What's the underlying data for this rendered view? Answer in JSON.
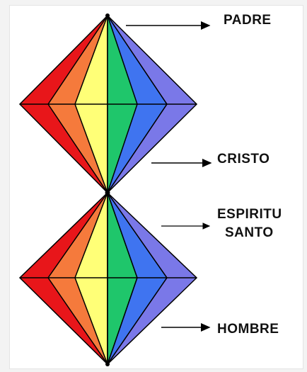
{
  "labels": {
    "padre": "PADRE",
    "cristo": "CRISTO",
    "espiritu_line1": "ESPIRITU",
    "espiritu_line2": "SANTO",
    "hombre": "HOMBRE"
  },
  "colors": {
    "background": "#f3f3f3",
    "panel": "#ffffff",
    "red": "#e8161a",
    "orange": "#f57a3c",
    "yellow": "#ffff77",
    "green": "#1fc66b",
    "blue": "#3f74f0",
    "violet": "#7a78e8",
    "outline": "#000000"
  }
}
